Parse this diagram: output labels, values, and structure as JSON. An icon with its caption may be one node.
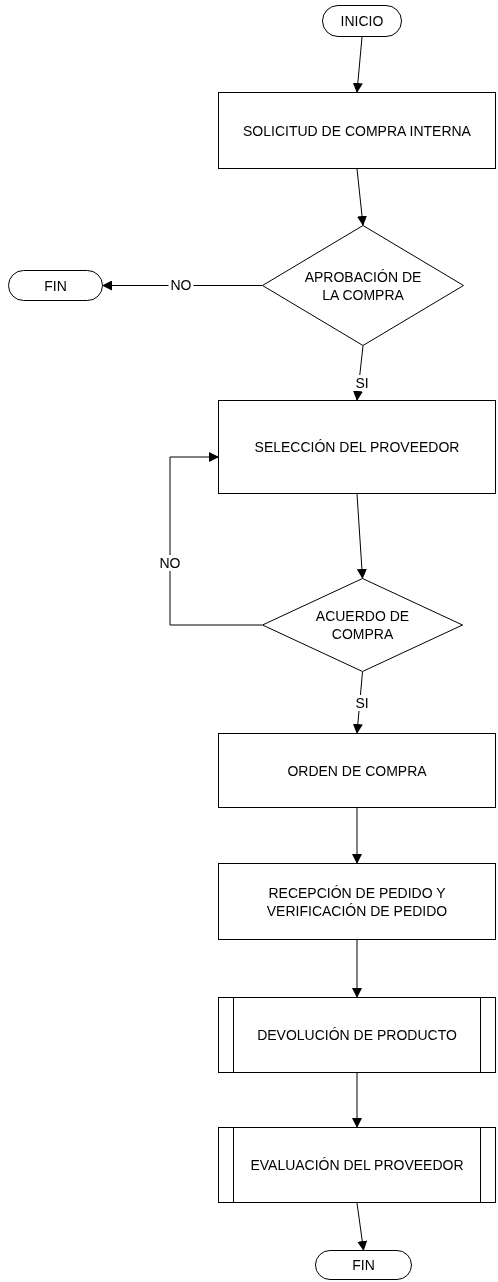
{
  "diagram": {
    "nodes": [
      {
        "text": [
          "INICIO"
        ]
      },
      {
        "text": [
          "SOLICITUD DE COMPRA INTERNA"
        ]
      },
      {
        "text": [
          "APROBACIÓN DE LA COMPRA"
        ]
      },
      {
        "text": [
          "FIN"
        ]
      },
      {
        "text": [
          "SELECCIÓN DEL PROVEEDOR"
        ]
      },
      {
        "text": [
          "ACUERDO DE COMPRA"
        ]
      },
      {
        "text": [
          "ORDEN DE COMPRA"
        ]
      },
      {
        "text": [
          "RECEPCIÓN DE PEDIDO Y VERIFICACIÓN DE PEDIDO"
        ]
      },
      {
        "text": [
          "DEVOLUCIÓN DE PRODUCTO"
        ]
      },
      {
        "text": [
          "EVALUACIÓN DEL PROVEEDOR"
        ]
      },
      {
        "text": [
          "FIN"
        ]
      }
    ],
    "edges": [
      {
        "from": 0,
        "to": 1,
        "arrow": "to"
      },
      {
        "from": 1,
        "to": 2,
        "arrow": "to"
      },
      {
        "from": 2,
        "to": 3,
        "arrow": "to",
        "label": "NO"
      },
      {
        "from": 2,
        "to": 4,
        "arrow": "to",
        "label": "SI"
      },
      {
        "from": 4,
        "to": 5,
        "arrow": "to"
      },
      {
        "from": 5,
        "to": 4,
        "arrow": "to",
        "label": "NO"
      },
      {
        "from": 5,
        "to": 6,
        "arrow": "to",
        "label": "SI"
      },
      {
        "from": 6,
        "to": 7,
        "arrow": "to"
      },
      {
        "from": 7,
        "to": 8,
        "arrow": "to"
      },
      {
        "from": 8,
        "to": 9,
        "arrow": "to"
      },
      {
        "from": 9,
        "to": 10,
        "arrow": "to"
      }
    ]
  }
}
